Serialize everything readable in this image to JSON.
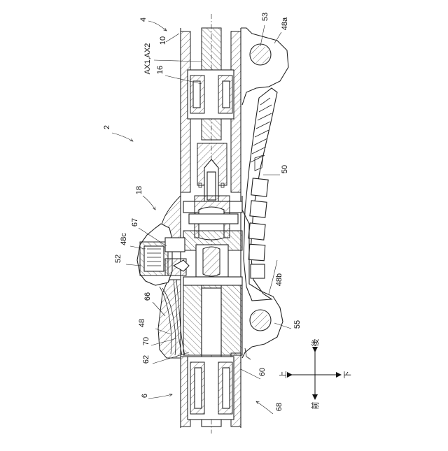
{
  "labels": {
    "l4": "4",
    "l10": "10",
    "l53": "53",
    "l48a": "48a",
    "lax": "AX1,AX2",
    "l16": "16",
    "l2": "2",
    "l50": "50",
    "l18": "18",
    "l67": "67",
    "l48c": "48c",
    "l52": "52",
    "l48b": "48b",
    "l66": "66",
    "l48": "48",
    "l70": "70",
    "l55": "55",
    "l62": "62",
    "l60": "60",
    "l6": "6",
    "l68": "68"
  },
  "directions": {
    "up": "上",
    "down": "下",
    "front": "前",
    "rear": "後"
  }
}
